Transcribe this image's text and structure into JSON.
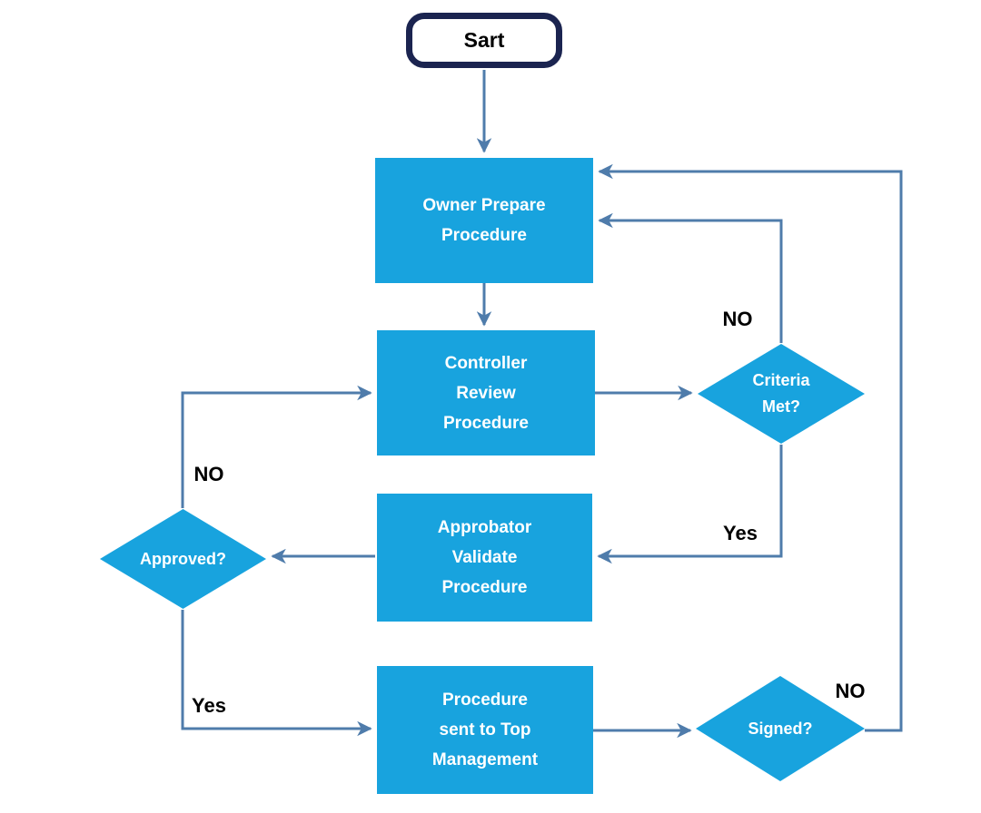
{
  "title": "Procedure approval flowchart",
  "colors": {
    "node_fill": "#18a3de",
    "node_text": "#ffffff",
    "arrow": "#4f7cab",
    "start_border": "#1b2450",
    "start_fill": "#ffffff",
    "label_text": "#000000",
    "background": "#ffffff"
  },
  "nodes": {
    "start": {
      "type": "terminator",
      "label": "Sart"
    },
    "owner": {
      "type": "process",
      "lines": [
        "Owner Prepare",
        "Procedure"
      ]
    },
    "controller": {
      "type": "process",
      "lines": [
        "Controller",
        "Review",
        "Procedure"
      ]
    },
    "approbator": {
      "type": "process",
      "lines": [
        "Approbator",
        "Validate",
        "Procedure"
      ]
    },
    "top_management": {
      "type": "process",
      "lines": [
        "Procedure",
        "sent to Top",
        "Management"
      ]
    },
    "criteria": {
      "type": "decision",
      "lines": [
        "Criteria",
        "Met?"
      ]
    },
    "approved": {
      "type": "decision",
      "lines": [
        "Approved?"
      ]
    },
    "signed": {
      "type": "decision",
      "lines": [
        "Signed?"
      ]
    }
  },
  "edge_labels": {
    "criteria_no": "NO",
    "criteria_yes": "Yes",
    "approved_no": "NO",
    "approved_yes": "Yes",
    "signed_no": "NO"
  },
  "edges": [
    {
      "from": "start",
      "to": "owner",
      "label": ""
    },
    {
      "from": "owner",
      "to": "controller",
      "label": ""
    },
    {
      "from": "controller",
      "to": "criteria",
      "label": ""
    },
    {
      "from": "criteria",
      "to": "owner",
      "label": "NO"
    },
    {
      "from": "criteria",
      "to": "approbator",
      "label": "Yes"
    },
    {
      "from": "approbator",
      "to": "approved",
      "label": ""
    },
    {
      "from": "approved",
      "to": "controller",
      "label": "NO"
    },
    {
      "from": "approved",
      "to": "top_management",
      "label": "Yes"
    },
    {
      "from": "top_management",
      "to": "signed",
      "label": ""
    },
    {
      "from": "signed",
      "to": "owner",
      "label": "NO"
    }
  ]
}
